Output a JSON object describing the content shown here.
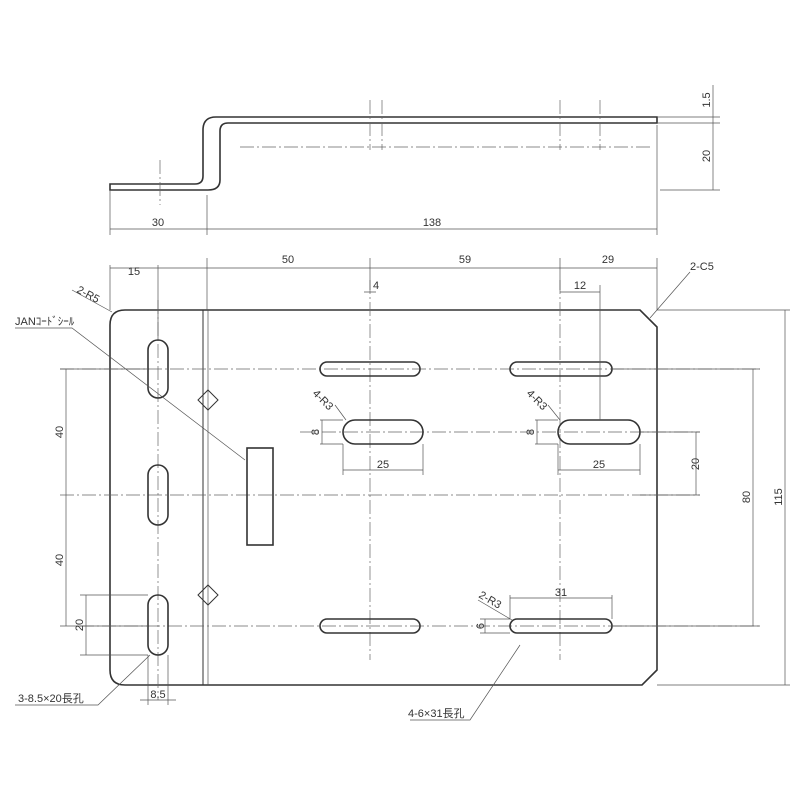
{
  "side_view": {
    "dims": {
      "flange": "30",
      "length": "138",
      "thickness": "1.5",
      "height": "20"
    }
  },
  "plan_view": {
    "dims": {
      "d15": "15",
      "d50": "50",
      "d59": "59",
      "d29": "29",
      "d4": "4",
      "d12": "12",
      "d25a": "25",
      "d25b": "25",
      "d20r": "20",
      "d80": "80",
      "d115": "115",
      "d40a": "40",
      "d40b": "40",
      "d20l": "20",
      "d85": "8.5",
      "d31": "31",
      "d8a": "8",
      "d8b": "8",
      "d6": "6"
    },
    "notes": {
      "r5": "2-R5",
      "c5": "2-C5",
      "jan": "JANｺｰﾄﾞｼｰﾙ",
      "r3a": "4-R3",
      "r3b": "4-R3",
      "r3c": "2-R3",
      "slot_left": "3-8.5×20長孔",
      "slot_right": "4-6×31長孔"
    }
  }
}
